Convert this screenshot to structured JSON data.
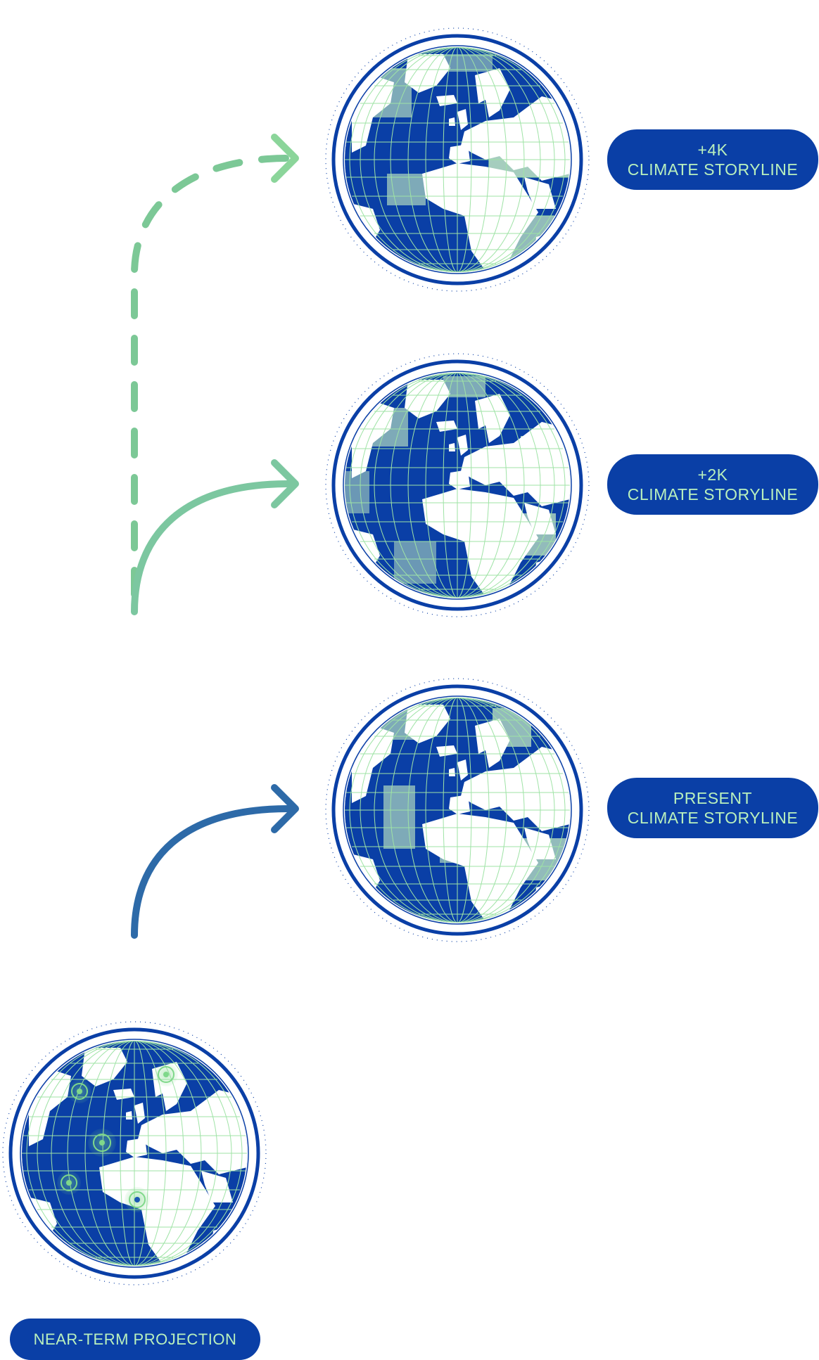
{
  "colors": {
    "primary": "#0a3fa6",
    "land": "#ffffff",
    "grid": "#9fe3a6",
    "highlight": "#ccf1c4",
    "label_text": "#b9f0bd",
    "arrow_top": "#8bd59a",
    "arrow_bottom": "#0a47ab"
  },
  "storylines": [
    {
      "id": "plus4k",
      "line1": "+4K",
      "line2": "CLIMATE STORYLINE",
      "connector": "dashed"
    },
    {
      "id": "plus2k",
      "line1": "+2K",
      "line2": "CLIMATE STORYLINE",
      "connector": "solid"
    },
    {
      "id": "present",
      "line1": "PRESENT",
      "line2": "CLIMATE STORYLINE",
      "connector": "solid"
    }
  ],
  "near_term": {
    "label": "NEAR-TERM PROJECTION",
    "markers": [
      "marker-north-atlantic",
      "marker-scandinavia",
      "marker-west-europe",
      "marker-west-africa",
      "marker-sahara"
    ]
  },
  "icons": [
    "globe-icon",
    "arrow-icon",
    "target-marker-icon"
  ]
}
